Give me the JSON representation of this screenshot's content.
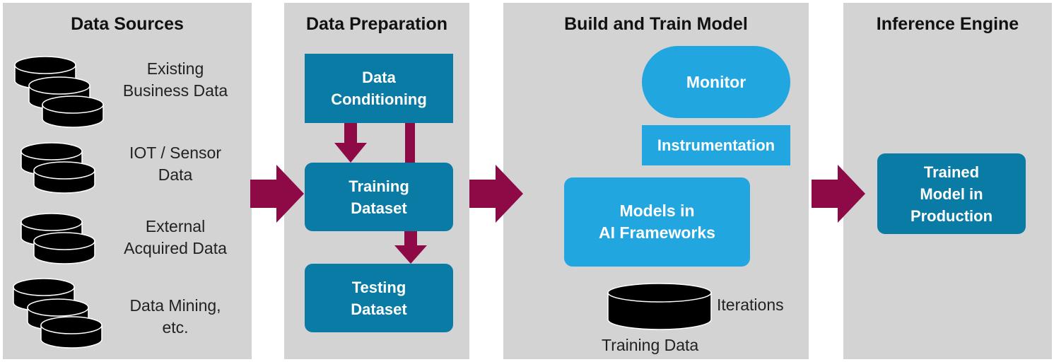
{
  "colors": {
    "panel_bg": "#d3d3d3",
    "dark_box": "#0a7ba4",
    "light_box": "#21a6e0",
    "arrow": "#8e0a47",
    "db": "#000000"
  },
  "panels": {
    "data_sources": {
      "title": "Data Sources",
      "items": [
        {
          "label": "Existing\nBusiness Data",
          "icon": "database-stack-icon"
        },
        {
          "label": "IOT / Sensor\nData",
          "icon": "database-stack-icon"
        },
        {
          "label": "External\nAcquired Data",
          "icon": "database-stack-icon"
        },
        {
          "label": "Data Mining,\netc.",
          "icon": "database-stack-icon"
        }
      ]
    },
    "data_preparation": {
      "title": "Data Preparation",
      "conditioning": "Data\nConditioning",
      "training": "Training\nDataset",
      "testing": "Testing\nDataset"
    },
    "build_train": {
      "title": "Build and Train Model",
      "monitor": "Monitor",
      "instrumentation": "Instrumentation",
      "models": "Models in\nAI Frameworks",
      "iterations": "Iterations",
      "training_data": "Training Data"
    },
    "inference": {
      "title": "Inference Engine",
      "trained_model": "Trained\nModel in\nProduction"
    }
  }
}
